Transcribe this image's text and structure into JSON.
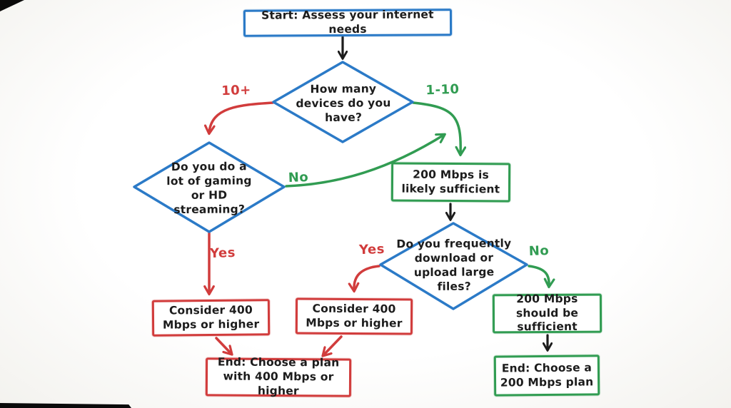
{
  "flowchart": {
    "nodes": {
      "start": {
        "label": "Start: Assess your internet needs"
      },
      "devices_question": {
        "label": "How many devices do you have?"
      },
      "gaming_question": {
        "label": "Do you do a lot of gaming or HD streaming?"
      },
      "likely_sufficient": {
        "label": "200 Mbps is likely sufficient"
      },
      "download_question": {
        "label": "Do you frequently download or upload large files?"
      },
      "consider_400_left": {
        "label": "Consider 400 Mbps or higher"
      },
      "consider_400_mid": {
        "label": "Consider 400 Mbps or higher"
      },
      "should_be_sufficient": {
        "label": "200 Mbps should be sufficient"
      },
      "end_400": {
        "label": "End: Choose a plan with 400 Mbps or higher"
      },
      "end_200": {
        "label": "End: Choose a 200 Mbps plan"
      }
    },
    "edge_labels": {
      "devices_10_plus": "10+",
      "devices_1_to_10": "1-10",
      "gaming_no": "No",
      "gaming_yes": "Yes",
      "download_yes": "Yes",
      "download_no": "No"
    },
    "colors": {
      "decision_blue": "#2b7ac7",
      "warning_red": "#d13c3c",
      "ok_green": "#319c52",
      "ink_black": "#1c1c1c"
    }
  }
}
